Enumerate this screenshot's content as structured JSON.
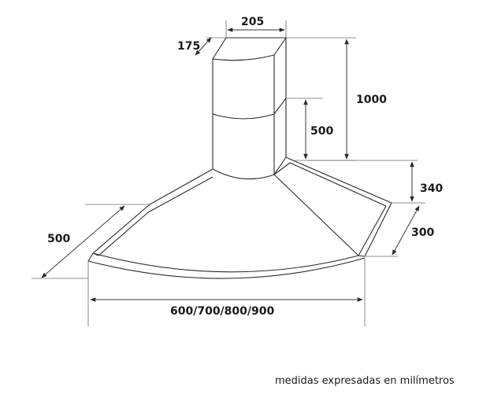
{
  "dimensions": {
    "chimney_width": "205",
    "chimney_depth": "175",
    "total_height": "1000",
    "chimney_section": "500",
    "canopy_height": "340",
    "canopy_side": "300",
    "canopy_depth": "500",
    "hood_width": "600/700/800/900"
  },
  "footer": {
    "note": "medidas expresadas en milímetros"
  }
}
